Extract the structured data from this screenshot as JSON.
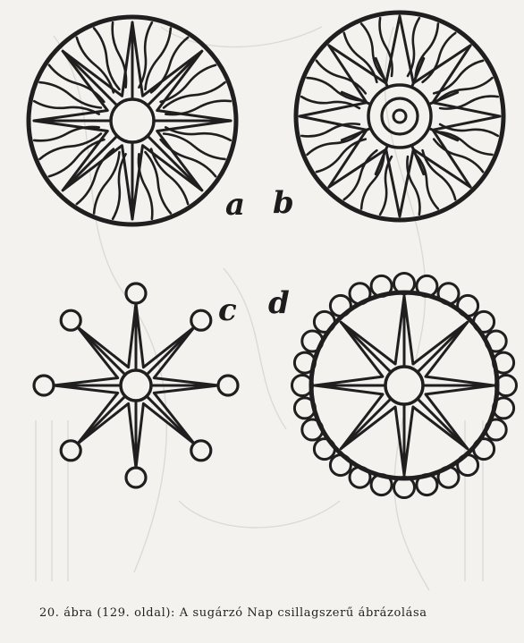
{
  "labels": {
    "a": "a",
    "b": "b",
    "c": "c",
    "d": "d"
  },
  "caption": "20. ábra (129. oldal): A sugárzó Nap csillagszerű ábrázolása",
  "colors": {
    "ink": "#1f1f1f",
    "paper": "#f3f2ee",
    "faint": "#d9d7d2"
  }
}
